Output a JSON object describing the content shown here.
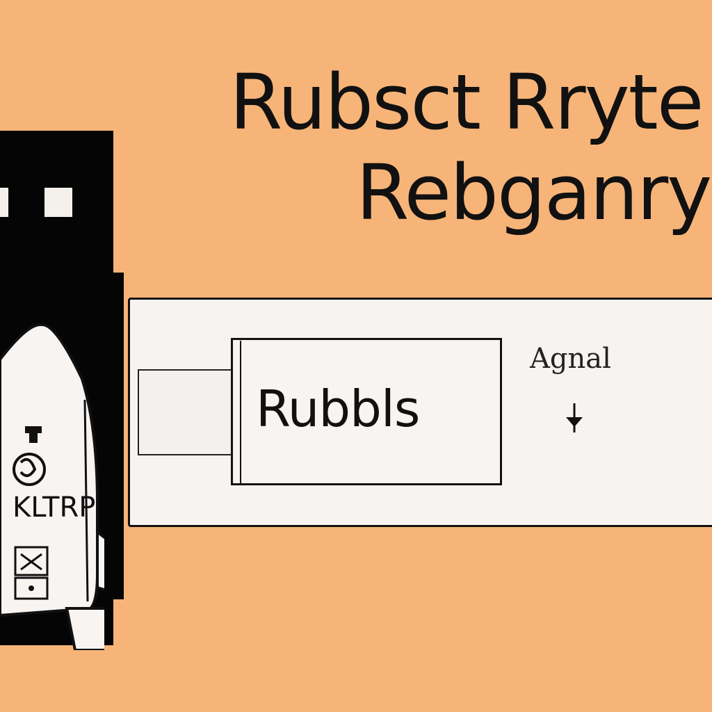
{
  "headline": {
    "line1": "Rubsct Rryte",
    "line2": "Rebganry"
  },
  "card": {
    "label": "Rubbls"
  },
  "side": {
    "label": "Agnal"
  },
  "rocket": {
    "side_text": "KLTRP"
  },
  "colors": {
    "background": "#f7b478",
    "ink": "#111111",
    "panel": "#f6f3f1"
  },
  "icons": [
    "down-arrow-icon",
    "rocket-icon",
    "tower-icon"
  ]
}
